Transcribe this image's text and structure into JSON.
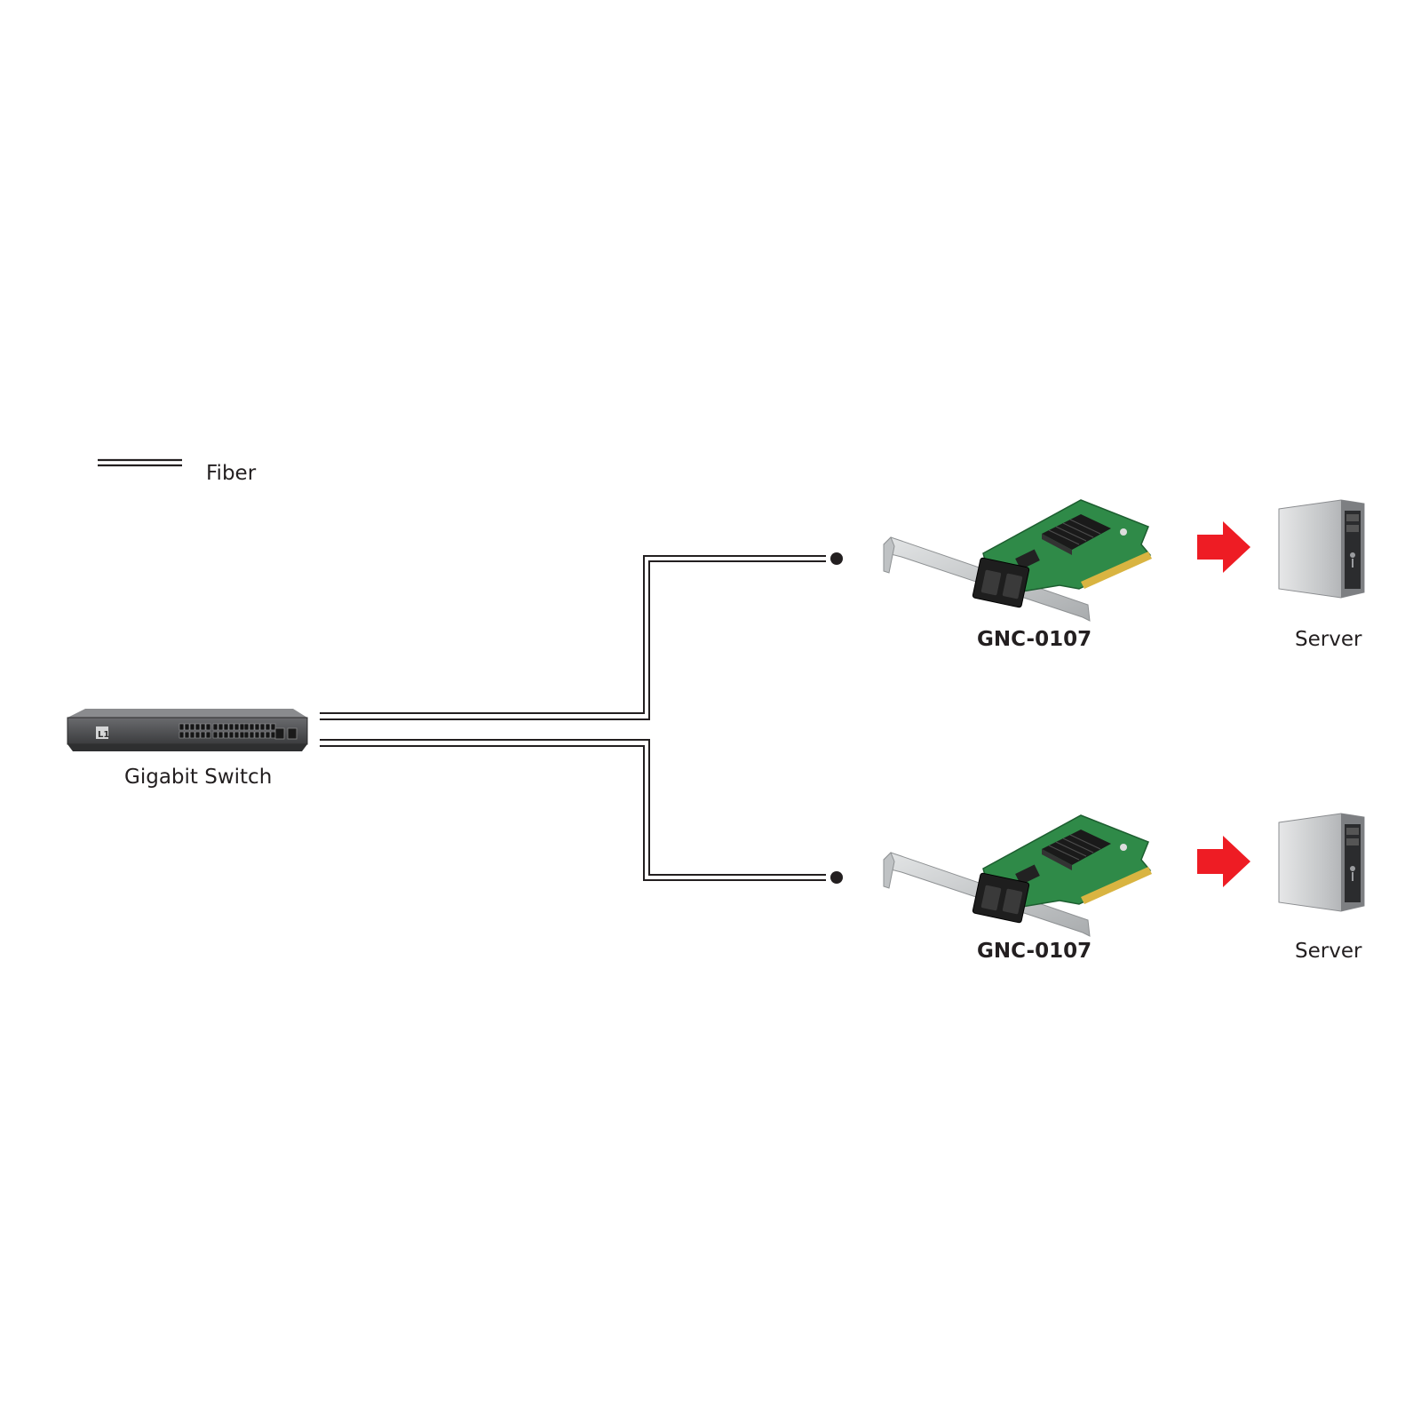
{
  "legend": {
    "label": "Fiber"
  },
  "switch": {
    "label": "Gigabit Switch",
    "logo_text": "L1"
  },
  "nodes": [
    {
      "nic_label": "GNC-0107",
      "server_label": "Server"
    },
    {
      "nic_label": "GNC-0107",
      "server_label": "Server"
    }
  ],
  "colors": {
    "text": "#231f20",
    "line": "#231f20",
    "arrow": "#ee1c24",
    "pcb": "#2e8b4a",
    "bracket": "#c9ccce",
    "server_body": "#b9bbbd",
    "switch_body": "#4a4b4d"
  },
  "icons": [
    "fiber-legend-icon",
    "gigabit-switch-icon",
    "nic-card-icon",
    "red-arrow-icon",
    "server-tower-icon"
  ]
}
